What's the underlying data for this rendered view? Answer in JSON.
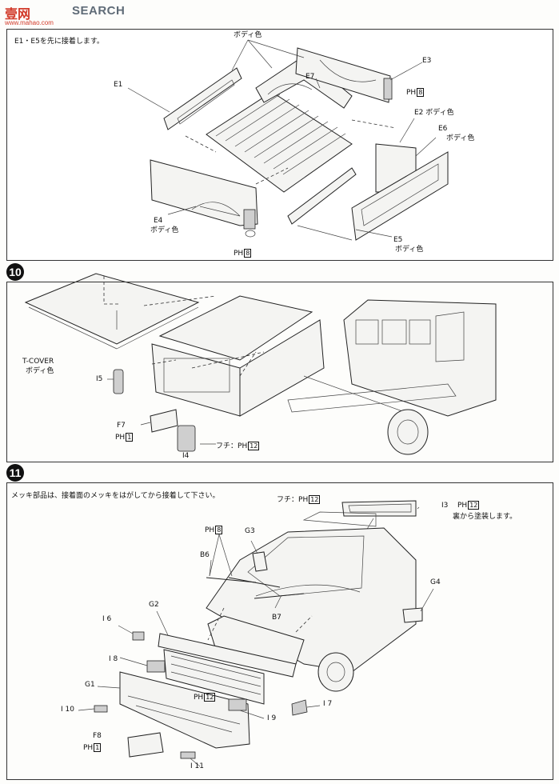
{
  "header": {
    "logo": "壹网",
    "search": "SEARCH",
    "url": "www.mahao.com"
  },
  "panel1": {
    "note": "E1・E5を先に接着します。",
    "labels": {
      "body_color_top": "ボディ色",
      "e1": "E1",
      "e7": "E7",
      "e3": "E3",
      "ph8_a": "8",
      "e2": "E2 ボディ色",
      "e6": "E6",
      "e6_color": "ボディ色",
      "e4": "E4",
      "e4_color": "ボディ色",
      "ph8_b": "8",
      "e5": "E5",
      "e5_color": "ボディ色"
    }
  },
  "panel2": {
    "step": "10",
    "labels": {
      "tcover": "T-COVER",
      "tcover_color": "ボディ色",
      "i5": "I5",
      "f7": "F7",
      "ph1": "1",
      "fuchi_ph12": "フチ：",
      "ph12": "12",
      "i4": "I4"
    }
  },
  "panel3": {
    "step": "11",
    "note": "メッキ部品は、接着面のメッキをはがしてから接着して下さい。",
    "labels": {
      "fuchi": "フチ：",
      "ph12_top": "12",
      "i3": "I3",
      "ph12_i3": "12",
      "i3_note": "裏から塗装します。",
      "ph8": "8",
      "g3": "G3",
      "b6": "B6",
      "g4": "G4",
      "b7": "B7",
      "g2": "G2",
      "i6": "I 6",
      "i8": "I 8",
      "g1": "G1",
      "ph12_grill": "12",
      "i7": "I 7",
      "i10": "I 10",
      "i9": "I 9",
      "f8": "F8",
      "ph1": "1",
      "i11": "I 11"
    }
  },
  "ph_prefix": "PH"
}
